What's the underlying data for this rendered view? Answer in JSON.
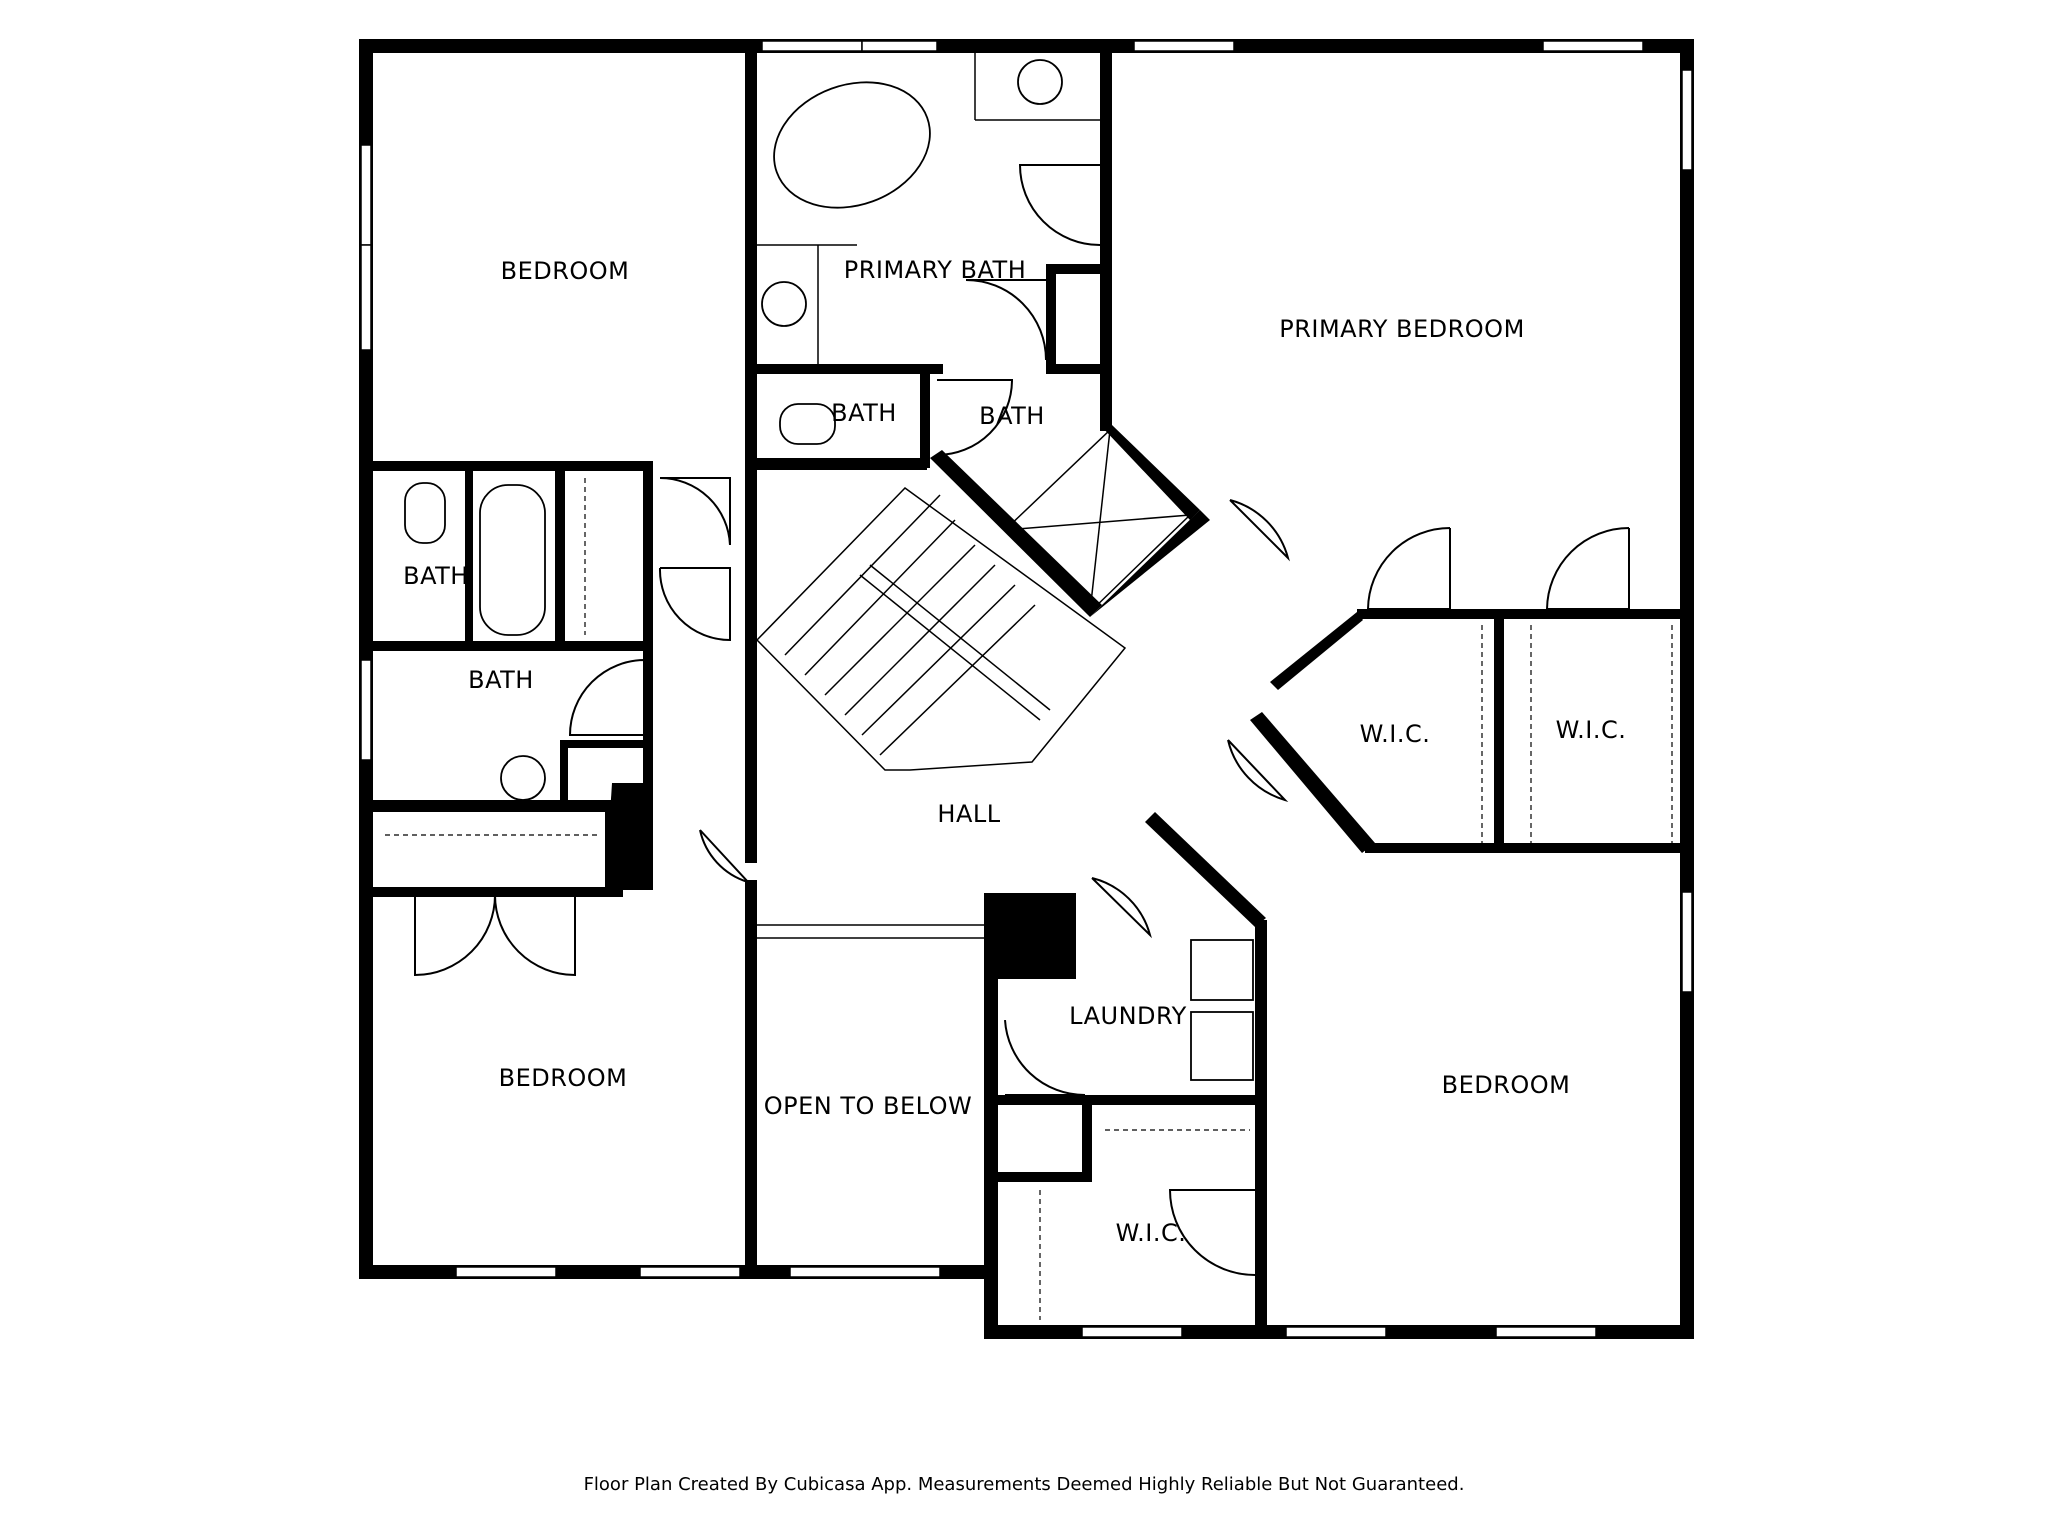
{
  "floor_plan": {
    "rooms": [
      {
        "id": "bedroom-nw",
        "label": "BEDROOM"
      },
      {
        "id": "primary-bath",
        "label": "PRIMARY BATH"
      },
      {
        "id": "primary-bedroom",
        "label": "PRIMARY BEDROOM"
      },
      {
        "id": "bath-wc",
        "label": "BATH"
      },
      {
        "id": "bath-shower",
        "label": "BATH"
      },
      {
        "id": "bath-tub",
        "label": "BATH"
      },
      {
        "id": "bath-lower",
        "label": "BATH"
      },
      {
        "id": "wic-1",
        "label": "W.I.C."
      },
      {
        "id": "wic-2",
        "label": "W.I.C."
      },
      {
        "id": "hall",
        "label": "HALL"
      },
      {
        "id": "laundry",
        "label": "LAUNDRY"
      },
      {
        "id": "bedroom-sw",
        "label": "BEDROOM"
      },
      {
        "id": "open-to-below",
        "label": "OPEN TO BELOW"
      },
      {
        "id": "bedroom-se",
        "label": "BEDROOM"
      },
      {
        "id": "wic-3",
        "label": "W.I.C."
      }
    ]
  },
  "footer": {
    "note": "Floor Plan Created By Cubicasa App. Measurements Deemed Highly Reliable But Not Guaranteed."
  },
  "colors": {
    "wall": "#000000",
    "background": "#ffffff"
  }
}
